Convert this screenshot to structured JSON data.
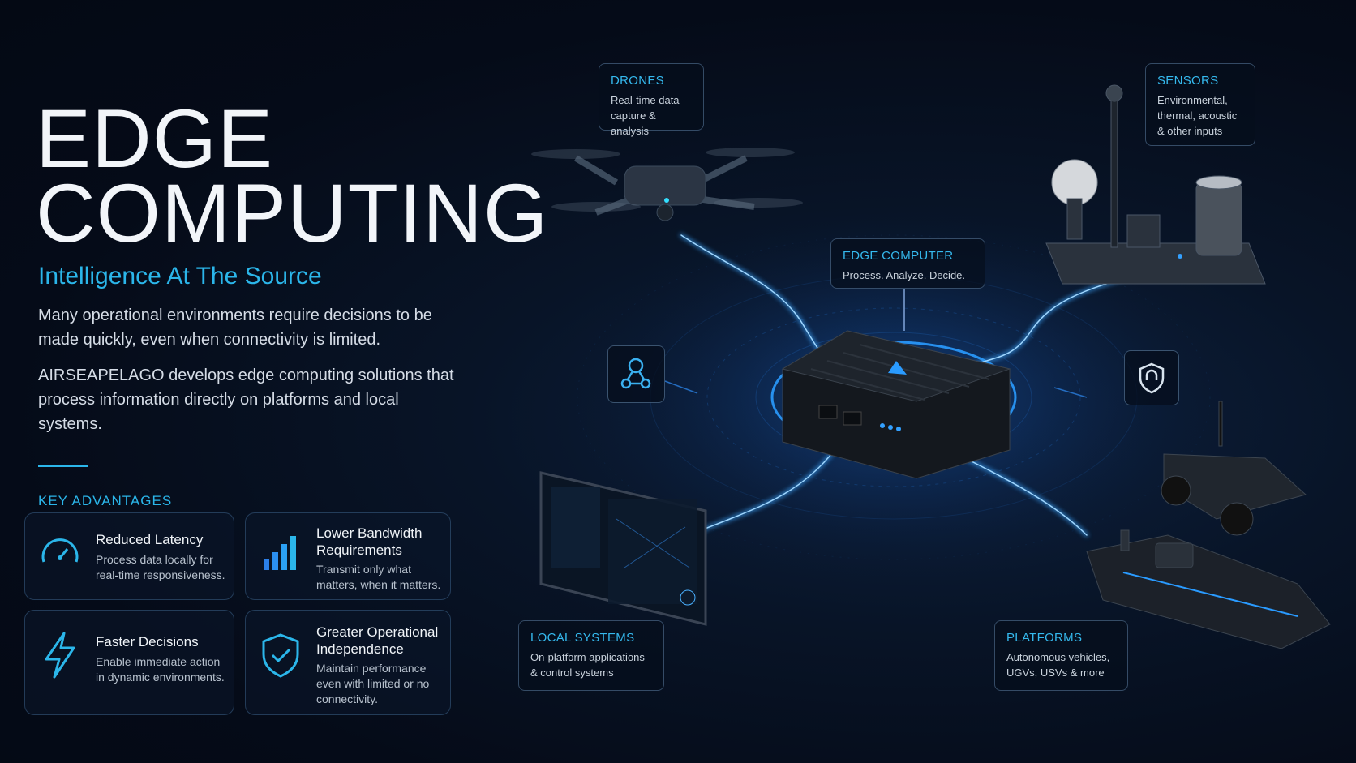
{
  "hero": {
    "title_line1": "EDGE",
    "title_line2": "COMPUTING",
    "subtitle": "Intelligence At The Source",
    "paragraph1": "Many operational environments require decisions to be made quickly, even when connectivity is limited.",
    "paragraph2": "AIRSEAPELAGO develops edge computing solutions that process information directly on platforms and local systems."
  },
  "advantages": {
    "heading": "KEY ADVANTAGES",
    "items": [
      {
        "title": "Reduced Latency",
        "desc": "Process data locally for real-time responsiveness.",
        "icon": "speedometer-icon"
      },
      {
        "title": "Lower Bandwidth Requirements",
        "desc": "Transmit only what matters, when it matters.",
        "icon": "signal-bars-icon"
      },
      {
        "title": "Faster Decisions",
        "desc": "Enable immediate action in dynamic environments.",
        "icon": "lightning-icon"
      },
      {
        "title": "Greater Operational Independence",
        "desc": "Maintain performance even with limited or no connectivity.",
        "icon": "shield-check-icon"
      }
    ]
  },
  "diagram": {
    "drones": {
      "title": "DRONES",
      "desc": "Real-time data\ncapture & analysis"
    },
    "sensors": {
      "title": "SENSORS",
      "desc": "Environmental,\nthermal, acoustic\n& other inputs"
    },
    "edge": {
      "title": "EDGE COMPUTER",
      "desc": "Process. Analyze. Decide."
    },
    "local": {
      "title": "LOCAL SYSTEMS",
      "desc": "On-platform applications\n& control systems"
    },
    "platforms": {
      "title": "PLATFORMS",
      "desc": "Autonomous vehicles,\nUGVs, USVs & more"
    }
  },
  "colors": {
    "accent": "#2bb6ea",
    "glow": "#1f8fff",
    "background": "#050b18"
  }
}
